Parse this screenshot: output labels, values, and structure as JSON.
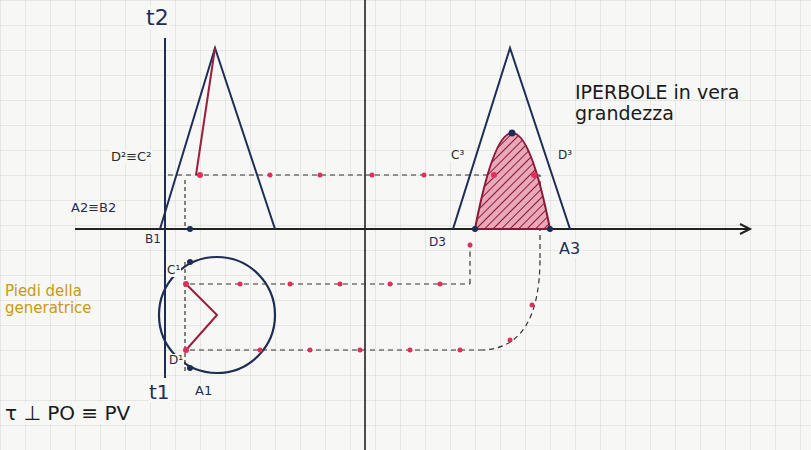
{
  "diagram": {
    "labels": [
      "t2",
      "IPERBOLE in vera grandezza",
      "D²≡C²",
      "A2≡B2",
      "B1",
      "C¹",
      "D¹",
      "t1",
      "A1",
      "Piedi della generatrice",
      "τ ⊥ PO ≡ PV",
      "C³",
      "D³",
      "D3",
      "A3"
    ]
  }
}
